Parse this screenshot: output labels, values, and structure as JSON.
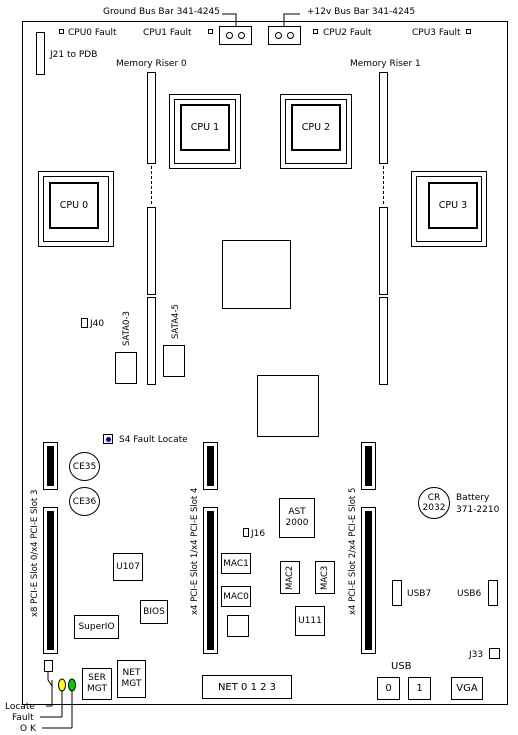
{
  "top": {
    "ground_bus": "Ground Bus Bar 341-4245",
    "plus12_bus": "+12v Bus Bar 341-4245",
    "cpu0_fault": "CPU0 Fault",
    "cpu1_fault": "CPU1 Fault",
    "cpu2_fault": "CPU2 Fault",
    "cpu3_fault": "CPU3 Fault",
    "j21": "J21 to PDB",
    "riser0": "Memory Riser 0",
    "riser1": "Memory Riser 1"
  },
  "cpus": {
    "cpu0": "CPU 0",
    "cpu1": "CPU 1",
    "cpu2": "CPU 2",
    "cpu3": "CPU 3"
  },
  "mid": {
    "j40": "J40",
    "sata03": "SATA0-3",
    "sata45": "SATA4-5",
    "s4": "S4 Fault Locate",
    "ce35": "CE35",
    "ce36": "CE36",
    "battery": "Battery",
    "battery_pn": "371-2210",
    "cr_line1": "CR",
    "cr_line2": "2032"
  },
  "slots": {
    "slot3": "x8 PCI-E Slot 0/x4 PCI-E Slot 3",
    "slot4": "x4 PCI-E Slot 1/x4 PCI-E Slot 4",
    "slot5": "x4 PCI-E Slot 2/x4 PCI-E Slot 5"
  },
  "chips": {
    "ast_line1": "AST",
    "ast_line2": "2000",
    "j16": "J16",
    "mac1": "MAC1",
    "mac0": "MAC0",
    "mac2": "MAC2",
    "mac3": "MAC3",
    "u111": "U111",
    "u107": "U107",
    "bios": "BIOS",
    "superio": "SuperIO",
    "usb7": "USB7",
    "usb6": "USB6",
    "j33": "J33"
  },
  "ports": {
    "ser_line1": "SER",
    "ser_line2": "MGT",
    "net_line1": "NET",
    "net_line2": "MGT",
    "net0123": "NET 0 1 2 3",
    "usb_label": "USB",
    "usb0": "0",
    "usb1": "1",
    "vga": "VGA"
  },
  "leds": {
    "locate": "Locate",
    "fault": "Fault",
    "ok": "O K"
  },
  "colors": {
    "locate_led": "#ffff00",
    "ok_led": "#00cc00",
    "s4_button": "#0000cc",
    "slot_fill": "#000000"
  }
}
